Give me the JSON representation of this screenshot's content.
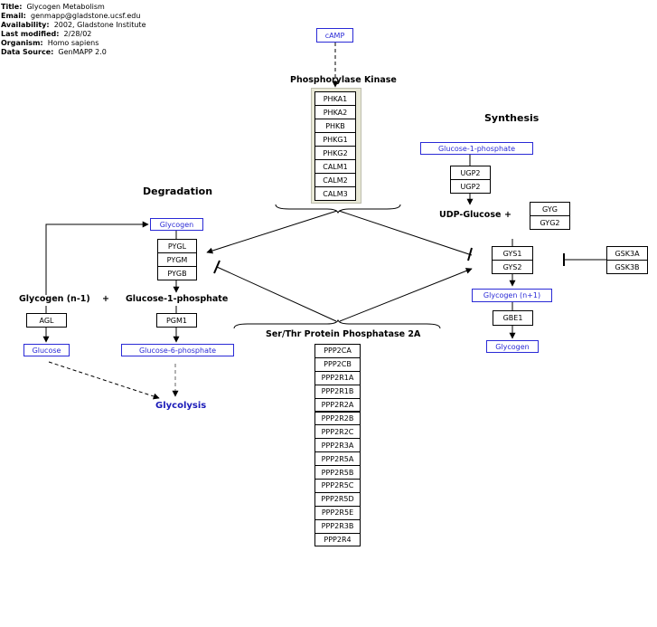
{
  "header": {
    "title_label": "Title:",
    "title": "Glycogen Metabolism",
    "email_label": "Email:",
    "email": "genmapp@gladstone.ucsf.edu",
    "availability_label": "Availability:",
    "availability": "2002, Gladstone Institute",
    "modified_label": "Last modified:",
    "modified": "2/28/02",
    "organism_label": "Organism:",
    "organism": "Homo sapiens",
    "source_label": "Data Source:",
    "source": "GenMAPP 2.0"
  },
  "labels": {
    "phosphorylase_kinase": "Phosphorylase Kinase",
    "synthesis": "Synthesis",
    "degradation": "Degradation",
    "udp_glucose": "UDP-Glucose",
    "plus1": "+",
    "plus2": "+",
    "glycogen_n1": "Glycogen (n-1)",
    "g1p_bold": "Glucose-1-phosphate",
    "pp2a": "Ser/Thr Protein Phosphatase 2A",
    "glycolysis": "Glycolysis"
  },
  "metabolites": {
    "camp": "cAMP",
    "g1p_syn": "Glucose-1-phosphate",
    "glycogen_deg": "Glycogen",
    "glycogen_np1": "Glycogen (n+1)",
    "glycogen_syn": "Glycogen",
    "glucose": "Glucose",
    "g6p": "Glucose-6-phosphate"
  },
  "genes": {
    "phk": [
      "PHKA1",
      "PHKA2",
      "PHKB",
      "PHKG1",
      "PHKG2",
      "CALM1",
      "CALM2",
      "CALM3"
    ],
    "ugp": [
      "UGP2",
      "UGP2"
    ],
    "gyg": [
      "GYG",
      "GYG2"
    ],
    "gys": [
      "GYS1",
      "GYS2"
    ],
    "gsk": [
      "GSK3A",
      "GSK3B"
    ],
    "gbe": [
      "GBE1"
    ],
    "pyg": [
      "PYGL",
      "PYGM",
      "PYGB"
    ],
    "agl": [
      "AGL"
    ],
    "pgm": [
      "PGM1"
    ],
    "pp2a": [
      "PPP2CA",
      "PPP2CB",
      "PPP2R1A",
      "PPP2R1B",
      "PPP2R2A",
      "PPP2R2B",
      "PPP2R2C",
      "PPP2R3A",
      "PPP2R5A",
      "PPP2R5B",
      "PPP2R5C",
      "PPP2R5D",
      "PPP2R5E",
      "PPP2R3B",
      "PPP2R4"
    ]
  }
}
